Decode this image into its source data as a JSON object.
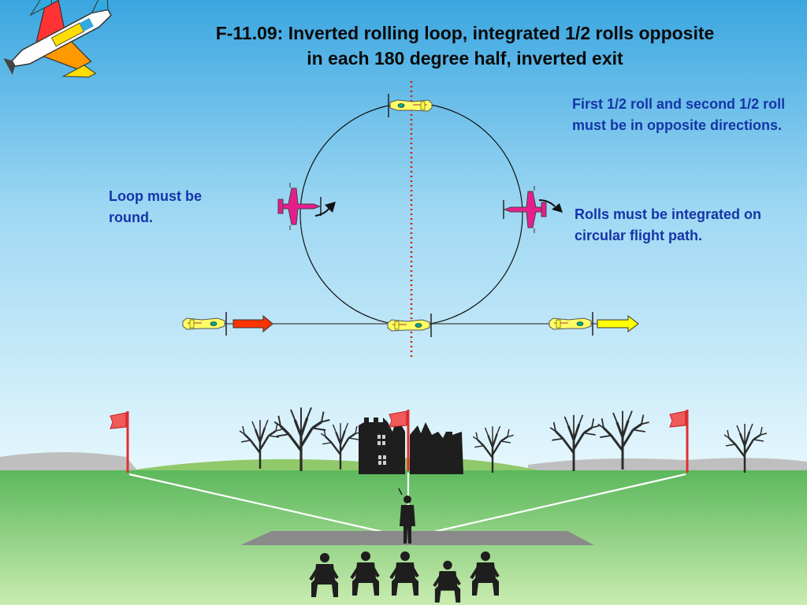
{
  "title": {
    "line1": "F-11.09: Inverted rolling loop, integrated 1/2 rolls opposite",
    "line2": "in each 180 degree half, inverted exit"
  },
  "notes": {
    "loop_round": "Loop must be round.",
    "opposite_directions": "First 1/2 roll and second 1/2 roll must be in opposite directions.",
    "integrated": "Rolls must be integrated on circular flight path."
  },
  "colors": {
    "sky_top": "#3aa6e0",
    "sky_bottom": "#e6f7fd",
    "grass_top": "#5cb85c",
    "grass_bottom": "#c9ecb0",
    "hill": "#bfbfbf",
    "note_text": "#1535a8",
    "plane_yellow": "#ffff66",
    "plane_magenta": "#e61e8c",
    "entry_arrow": "#ff3300",
    "exit_arrow": "#ffff00",
    "flag": "#ff3333",
    "centerline": "#cc2200",
    "silhouette": "#1e1e1e"
  },
  "icons": [
    "logo-airplane-icon",
    "yellow-plane-icon",
    "magenta-plane-icon",
    "roll-arrow-icon",
    "flag-icon",
    "tree-icon",
    "castle-ruin-icon",
    "pilot-icon",
    "judge-icon"
  ]
}
